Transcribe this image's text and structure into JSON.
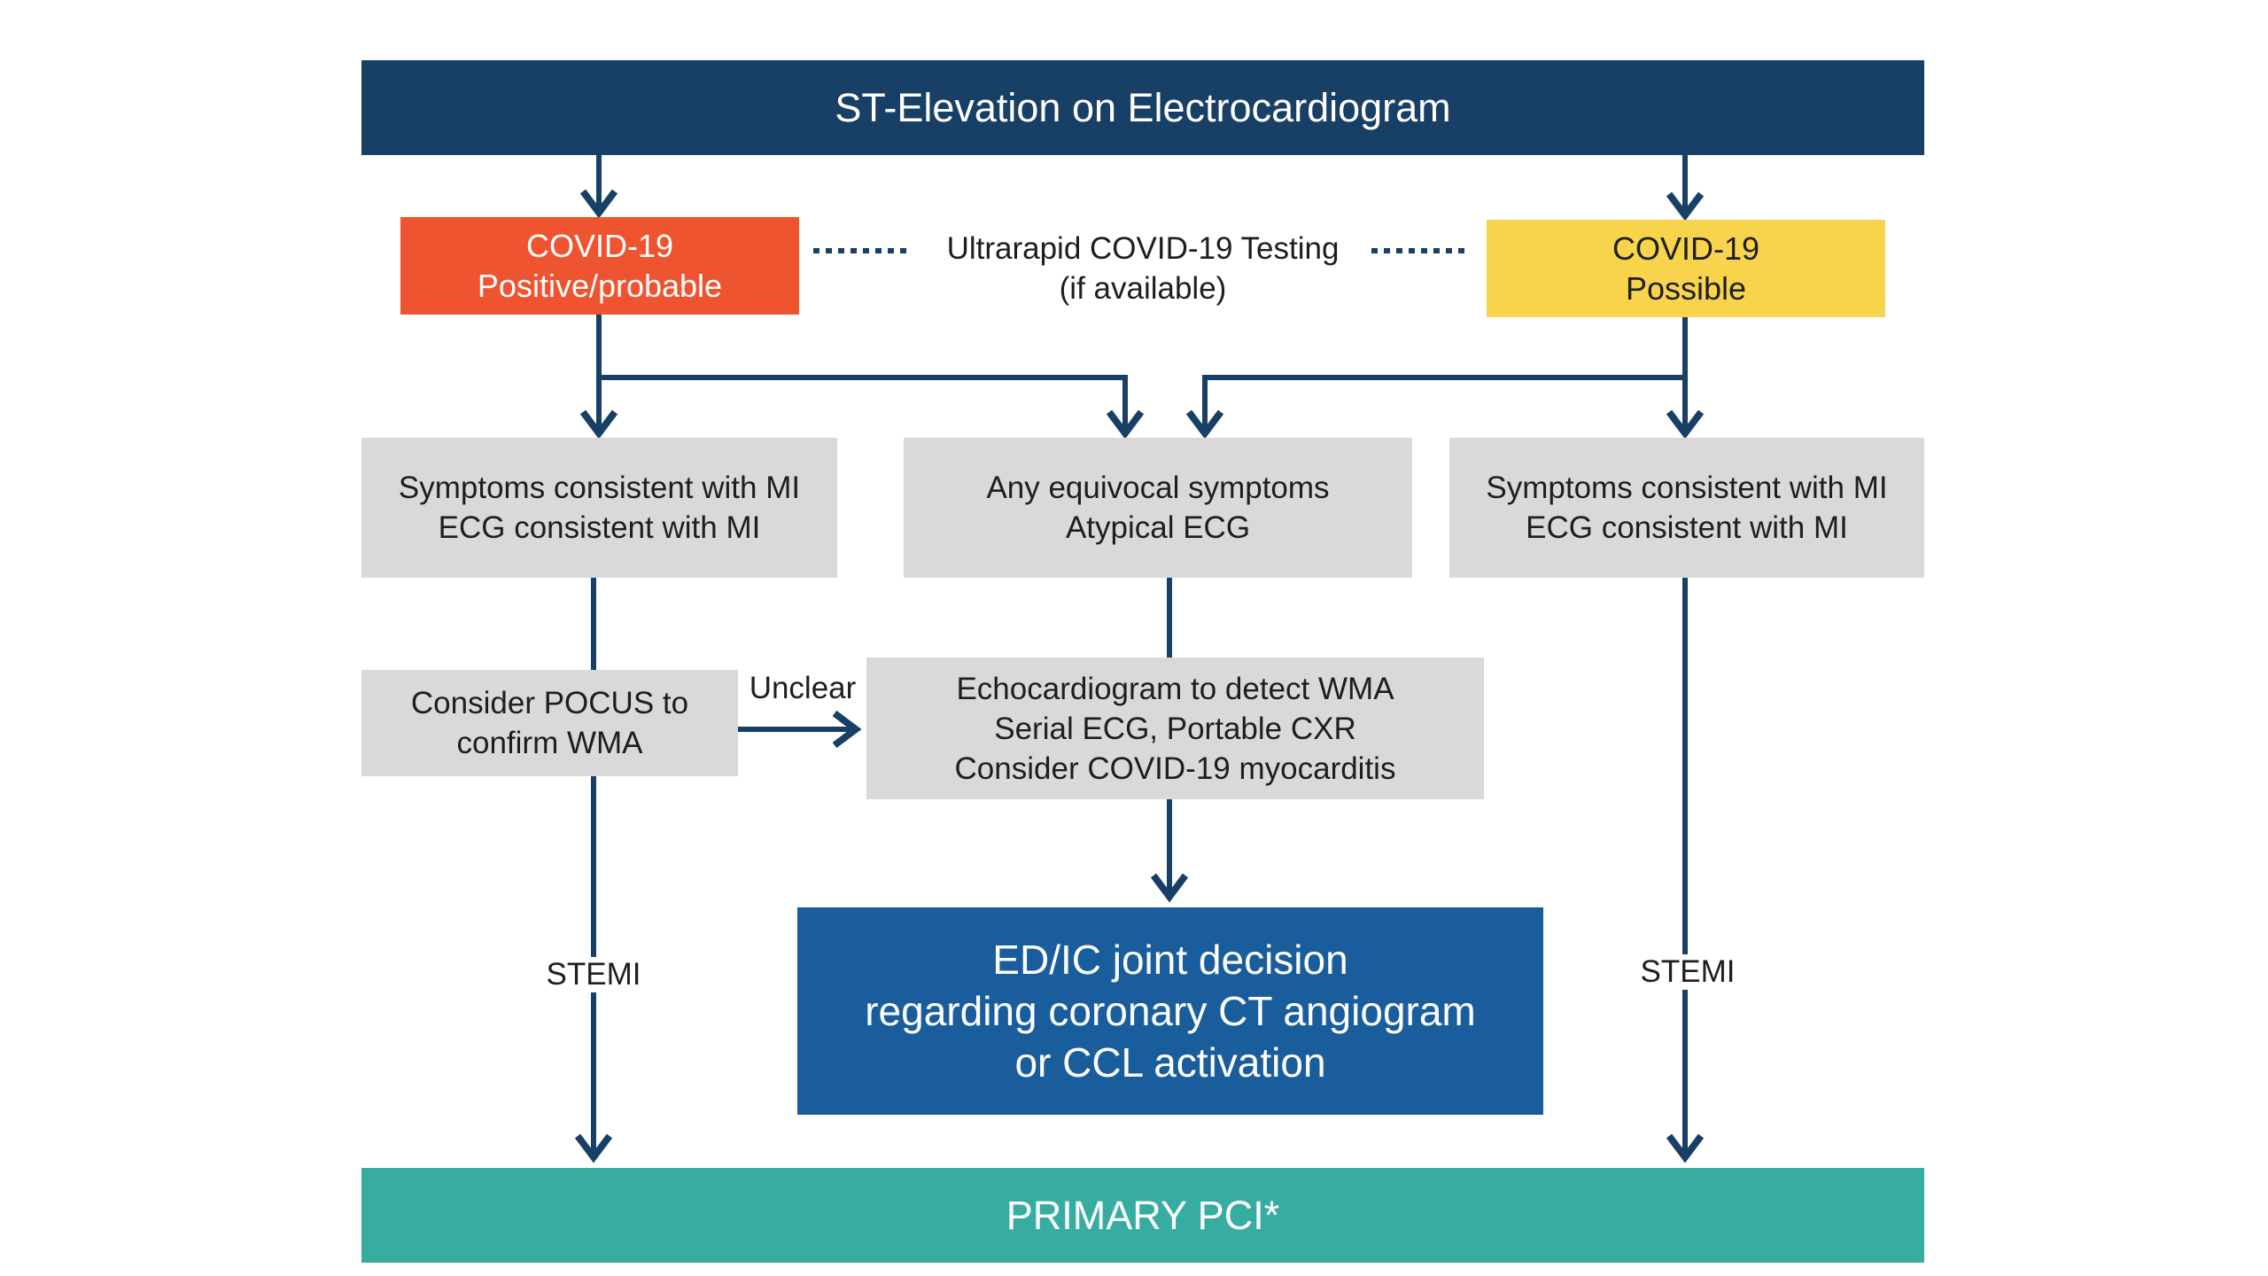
{
  "header": {
    "title": "ST-Elevation on Electrocardiogram"
  },
  "covid_positive": {
    "line1": "COVID-19",
    "line2": "Positive/probable"
  },
  "testing": {
    "line1": "Ultrarapid COVID-19 Testing",
    "line2": "(if available)"
  },
  "covid_possible": {
    "line1": "COVID-19",
    "line2": "Possible"
  },
  "left_symptoms": {
    "line1": "Symptoms consistent with MI",
    "line2": "ECG consistent with MI"
  },
  "mid_symptoms": {
    "line1": "Any equivocal symptoms",
    "line2": "Atypical ECG"
  },
  "right_symptoms": {
    "line1": "Symptoms consistent with MI",
    "line2": "ECG consistent with MI"
  },
  "pocus": {
    "line1": "Consider POCUS to",
    "line2": "confirm WMA"
  },
  "unclear_label": "Unclear",
  "echo": {
    "line1": "Echocardiogram to detect WMA",
    "line2": "Serial ECG, Portable CXR",
    "line3": "Consider COVID-19 myocarditis"
  },
  "decision": {
    "line1": "ED/IC joint decision",
    "line2": "regarding coronary CT angiogram",
    "line3": "or CCL activation"
  },
  "stemi_left": "STEMI",
  "stemi_right": "STEMI",
  "footer": {
    "title": "PRIMARY PCI*"
  },
  "colors": {
    "header": "#183f66",
    "covid_positive": "#ef5431",
    "covid_possible": "#f7d44c",
    "grey_box": "#d9d9d9",
    "decision": "#1a5d9c",
    "footer": "#37ada2",
    "arrow": "#183f66"
  }
}
